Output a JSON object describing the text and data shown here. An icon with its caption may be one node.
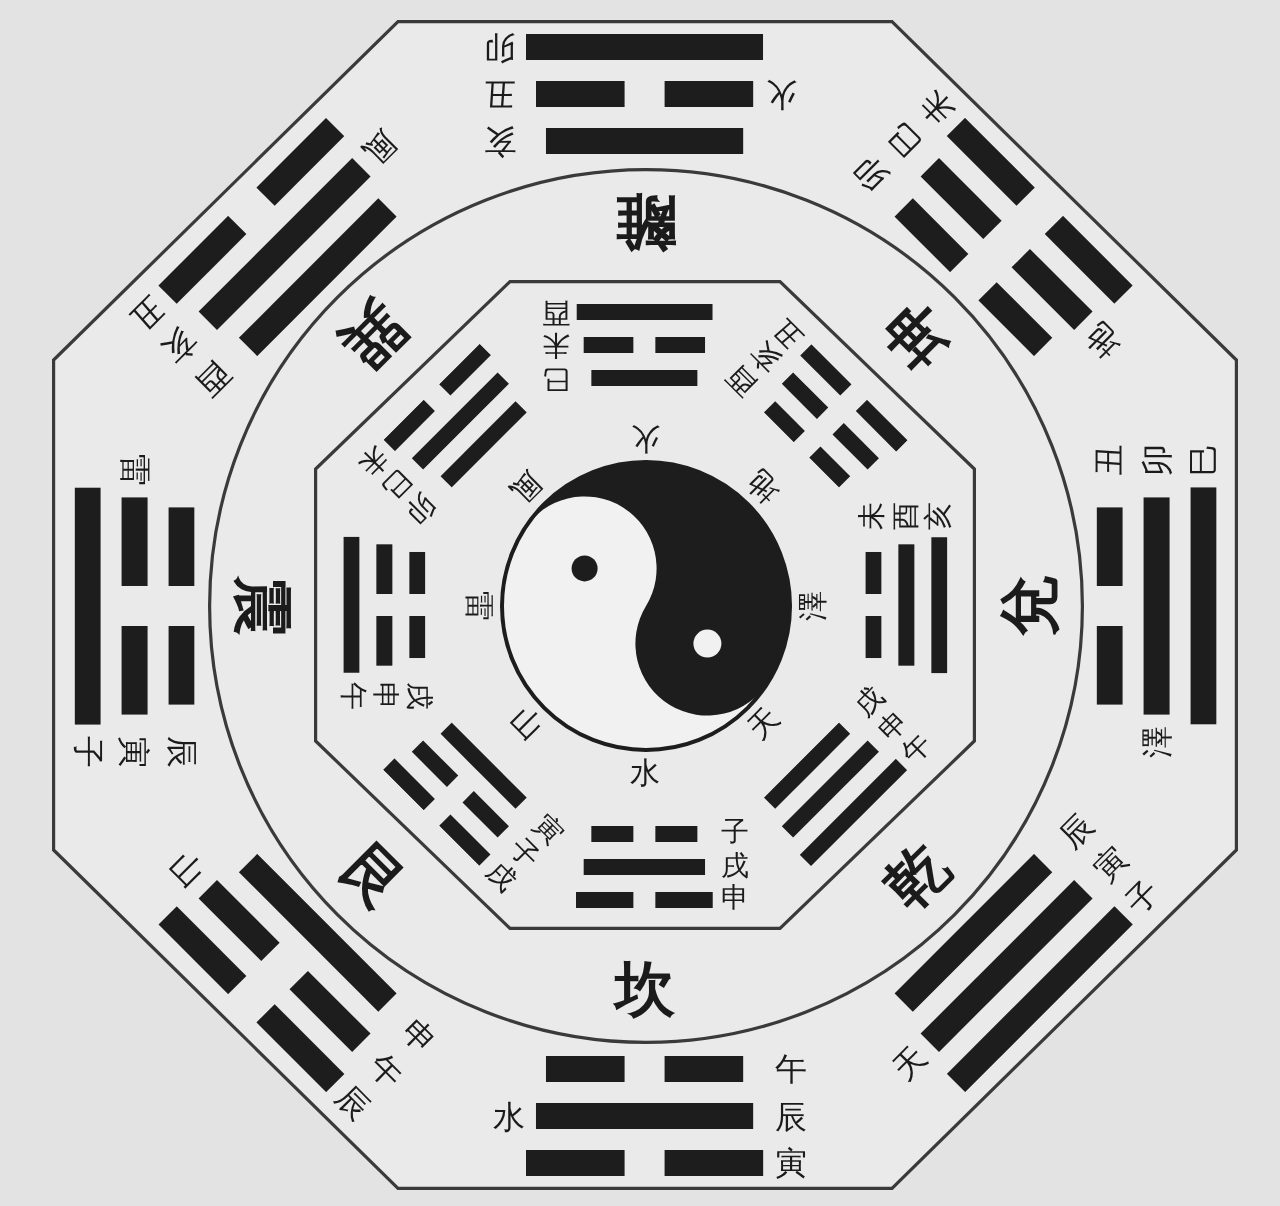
{
  "diagram": {
    "nodes": [
      {
        "text": [
          "亥丑卯",
          "火",
          "卯巳未",
          "地",
          "丑卯巳",
          "澤",
          "辰寅子",
          "天",
          "午辰寅",
          "水",
          "申午辰",
          "山",
          "辰寅子",
          "雷",
          "酉亥丑",
          "風"
        ]
      },
      {
        "text": [
          "離",
          "坤",
          "兌",
          "乾",
          "坎",
          "艮",
          "震",
          "巽"
        ],
        "in": 0
      },
      {
        "text": [
          "巳未酉",
          "火",
          "酉亥丑",
          "地",
          "未酉亥",
          "澤",
          "戌申午",
          "天",
          "子戌申",
          "水",
          "寅子戌",
          "山",
          "戌申午",
          "雷",
          "卯巳未",
          "風"
        ],
        "in": 1
      }
    ]
  }
}
